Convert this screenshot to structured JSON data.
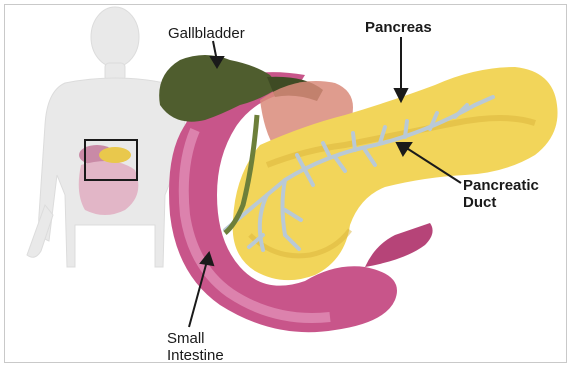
{
  "labels": {
    "gallbladder": "Gallbladder",
    "pancreas": "Pancreas",
    "pancreatic_duct_line1": "Pancreatic",
    "pancreatic_duct_line2": "Duct",
    "small_intestine_line1": "Small",
    "small_intestine_line2": "Intestine"
  },
  "colors": {
    "body_silhouette": "#e9e9e9",
    "gallbladder": "#4f5d2e",
    "intestine": "#c8558a",
    "intestine_light": "#e9a0c4",
    "pancreas": "#f2d55a",
    "pancreas_shadow": "#d9b43a",
    "duct": "#b9c9d6",
    "highlight_box": "#1a1a1a"
  },
  "icons": {
    "inset": "human-body-silhouette-icon"
  }
}
